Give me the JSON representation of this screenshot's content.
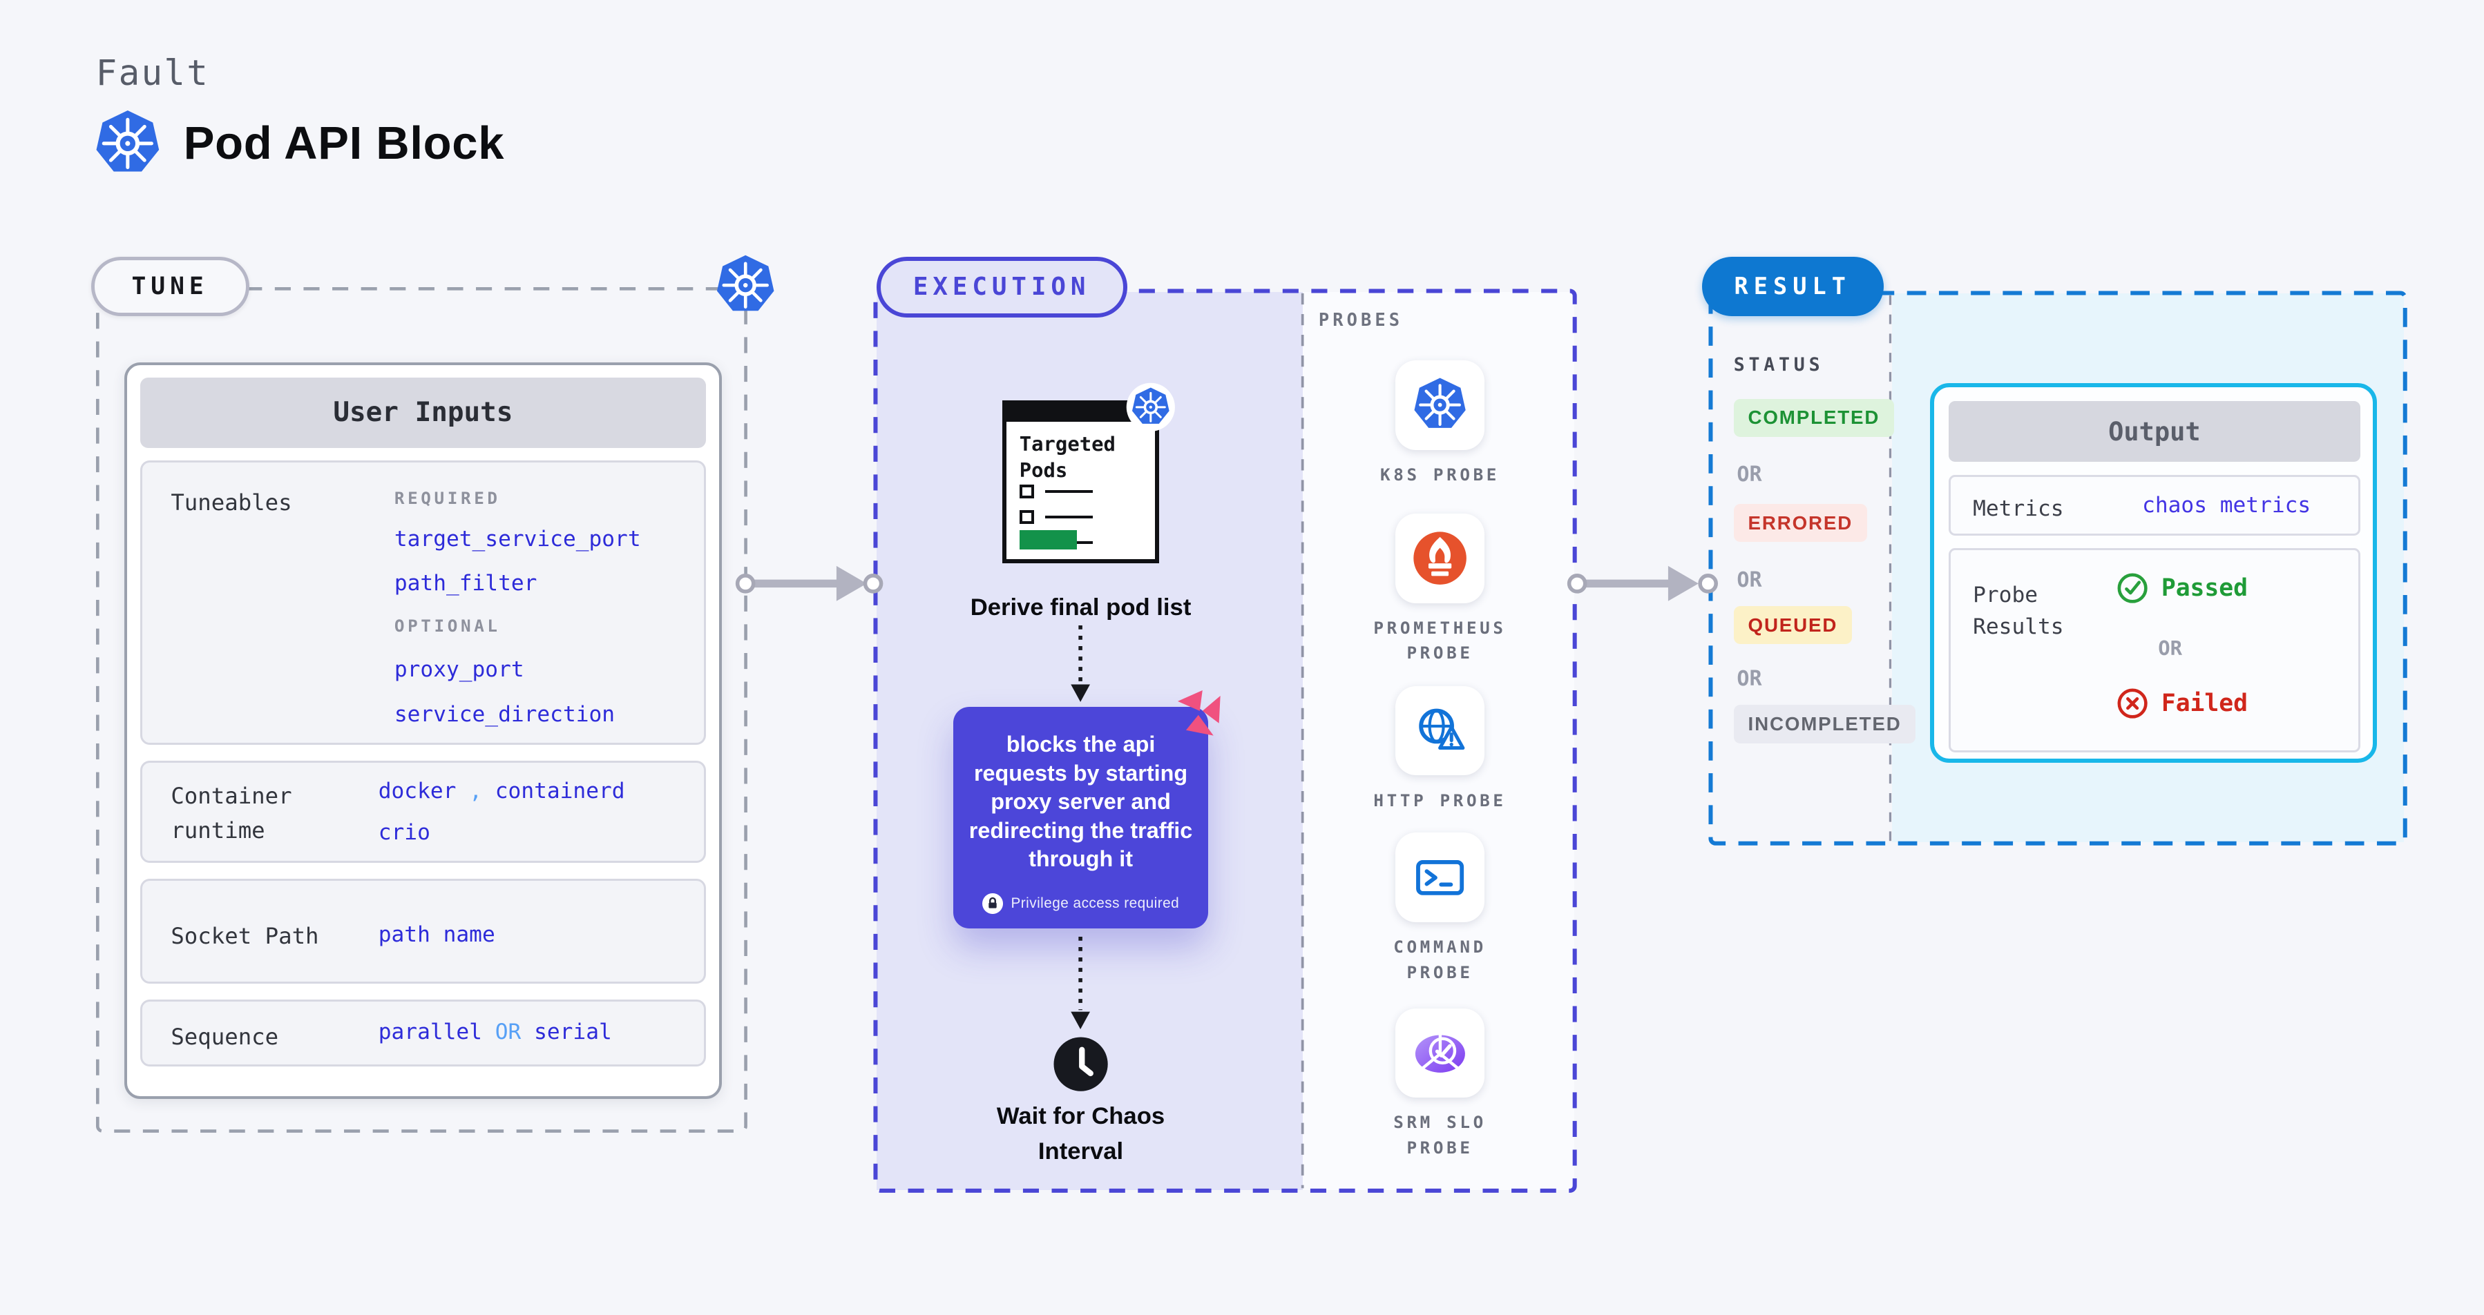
{
  "header": {
    "kicker": "Fault",
    "title": "Pod API Block",
    "title_icon": "kubernetes-icon"
  },
  "tune": {
    "pill_label": "TUNE",
    "corner_icon": "kubernetes-icon",
    "card_title": "User Inputs",
    "tuneables": {
      "label": "Tuneables",
      "required_heading": "REQUIRED",
      "required": [
        "target_service_port",
        "path_filter"
      ],
      "optional_heading": "OPTIONAL",
      "optional": [
        "proxy_port",
        "service_direction"
      ]
    },
    "container_runtime": {
      "label": "Container runtime",
      "value1": "docker",
      "separator": ",",
      "value2": "containerd",
      "value3": "crio"
    },
    "socket_path": {
      "label": "Socket Path",
      "value": "path name"
    },
    "sequence": {
      "label": "Sequence",
      "value1": "parallel",
      "connector": "OR",
      "value2": "serial"
    }
  },
  "execution": {
    "pill_label": "EXECUTION",
    "targeted_pods": {
      "title": "Targeted Pods",
      "badge_icon": "kubernetes-icon",
      "list_icon": "checklist-document-icon"
    },
    "derive_caption": "Derive final pod list",
    "action": {
      "text": "blocks the api requests by starting proxy server and redirecting the traffic through it",
      "privilege_note": "Privilege access required",
      "lock_icon": "lock-icon",
      "corner_icon": "litmus-pinwheel-icon"
    },
    "wait_icon": "clock-icon",
    "wait_caption": "Wait for Chaos Interval"
  },
  "probes": {
    "heading": "PROBES",
    "items": [
      {
        "icon": "kubernetes-icon",
        "label": "K8S PROBE"
      },
      {
        "icon": "prometheus-icon",
        "label": "PROMETHEUS PROBE"
      },
      {
        "icon": "http-globe-warning-icon",
        "label": "HTTP PROBE"
      },
      {
        "icon": "terminal-icon",
        "label": "COMMAND PROBE"
      },
      {
        "icon": "srm-slo-pie-check-icon",
        "label": "SRM SLO PROBE"
      }
    ]
  },
  "result": {
    "pill_label": "RESULT",
    "status_heading": "STATUS",
    "or_label": "OR",
    "statuses": [
      {
        "label": "COMPLETED",
        "fg": "#1d9235",
        "bg": "#def3dd"
      },
      {
        "label": "ERRORED",
        "fg": "#c5352b",
        "bg": "#fce9e7"
      },
      {
        "label": "QUEUED",
        "fg": "#c1241c",
        "bg": "#fcf1c7"
      },
      {
        "label": "INCOMPLETED",
        "fg": "#63666f",
        "bg": "#e9eaf1"
      }
    ],
    "output": {
      "title": "Output",
      "metrics_label": "Metrics",
      "metrics_value": "chaos metrics",
      "probe_results_label": "Probe Results",
      "passed_label": "Passed",
      "passed_icon": "check-circle-icon",
      "or_label": "OR",
      "failed_label": "Failed",
      "failed_icon": "x-circle-icon"
    }
  },
  "colors": {
    "page_bg": "#f5f6fa",
    "accent_indigo": "#4a46d6",
    "execution_bg": "#e3e4f8",
    "action_box_bg": "#4c46d9",
    "result_blue": "#0e78d1",
    "result_panel_bg": "#e7f5fc",
    "output_border": "#19b7e9",
    "value_blue": "#2d2bd9",
    "value_light_blue": "#57a0f6",
    "passed_green": "#1f9b37",
    "failed_red": "#d0261b",
    "kubernetes_blue": "#306be4",
    "prometheus_orange": "#e6522c",
    "probe_icon_blue": "#1273d8",
    "srm_purple": "#8246f0",
    "litmus_pink": "#f0517f",
    "connector_gray": "#b2b3c1"
  }
}
